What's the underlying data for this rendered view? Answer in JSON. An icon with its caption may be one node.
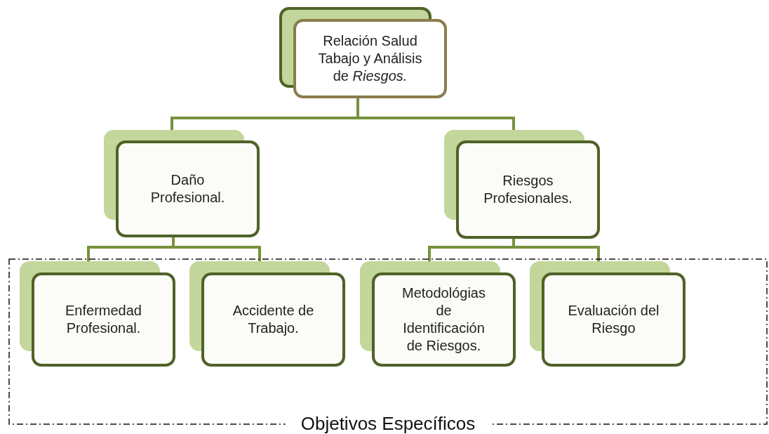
{
  "diagram": {
    "nodes": [
      {
        "text": [
          "Relación Salud Tabajo y Análisis de *Riesgos.*"
        ]
      },
      {
        "text": [
          "Daño Profesional."
        ]
      },
      {
        "text": [
          "Riesgos Profesionales."
        ]
      },
      {
        "text": [
          "Objetivos Específicos"
        ]
      },
      {
        "text": [
          "Enfermedad Profesional."
        ],
        "in": 3
      },
      {
        "text": [
          "Accidente de Trabajo."
        ],
        "in": 3
      },
      {
        "text": [
          "Metodológias de Identificación de Riesgos."
        ],
        "in": 3
      },
      {
        "text": [
          "Evaluación del Riesgo"
        ],
        "in": 3
      }
    ],
    "edges": [
      {
        "from": 0,
        "to": 1,
        "arrow": "none"
      },
      {
        "from": 0,
        "to": 2,
        "arrow": "none"
      },
      {
        "from": 1,
        "to": 4,
        "arrow": "none"
      },
      {
        "from": 1,
        "to": 5,
        "arrow": "none"
      },
      {
        "from": 2,
        "to": 6,
        "arrow": "none"
      },
      {
        "from": 2,
        "to": 7,
        "arrow": "none"
      }
    ]
  }
}
